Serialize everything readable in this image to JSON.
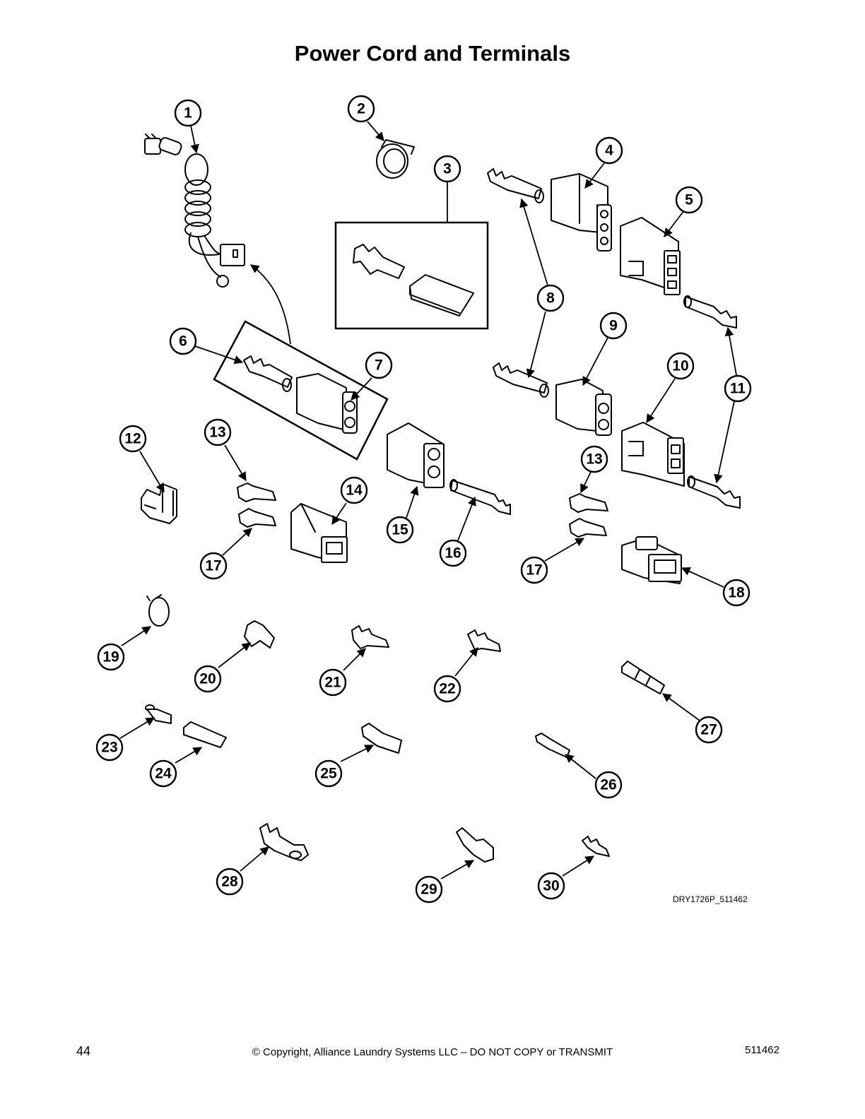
{
  "title": "Power Cord and Terminals",
  "drawing_code": "DRY1726P_511462",
  "footer": {
    "page_number": "44",
    "copyright": "© Copyright, Alliance Laundry Systems LLC – DO NOT COPY or TRANSMIT",
    "document_id": "511462"
  },
  "callouts": [
    "1",
    "2",
    "3",
    "4",
    "5",
    "6",
    "7",
    "8",
    "9",
    "10",
    "11",
    "12",
    "13",
    "14",
    "15",
    "16",
    "17",
    "18",
    "19",
    "20",
    "21",
    "22",
    "23",
    "24",
    "25",
    "26",
    "27",
    "28",
    "29",
    "30"
  ]
}
